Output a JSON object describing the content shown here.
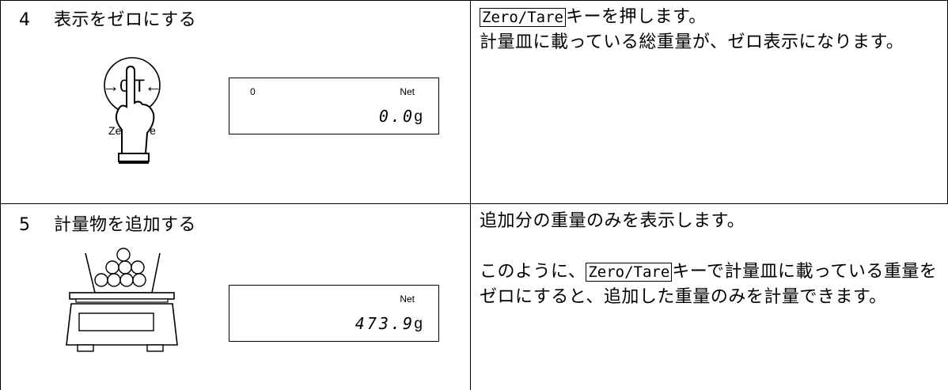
{
  "rows": [
    {
      "step_number": "4",
      "step_title": "表示をゼロにする",
      "illustration": {
        "icon": "hand-pressing-zero-tare-key-icon",
        "key_symbol": "→0/T←",
        "key_caption": "Zero/Tare"
      },
      "display": {
        "zero_indicator": "0",
        "net_indicator": "Net",
        "value": "0.0",
        "unit": "g"
      },
      "description": {
        "key_label": "Zero/Tare",
        "line1_suffix": "キーを押します。",
        "line2": "計量皿に載っている総重量が、ゼロ表示になります。"
      }
    },
    {
      "step_number": "5",
      "step_title": "計量物を追加する",
      "illustration": {
        "icon": "balance-with-added-items-icon"
      },
      "display": {
        "net_indicator": "Net",
        "value": "473.9",
        "unit": "g"
      },
      "description": {
        "line1": "追加分の重量のみを表示します。",
        "prefix": "このように、",
        "key_label": "Zero/Tare",
        "suffix": "キーで計量皿に載っている重量をゼロにすると、追加した重量のみを計量できます。"
      }
    }
  ]
}
